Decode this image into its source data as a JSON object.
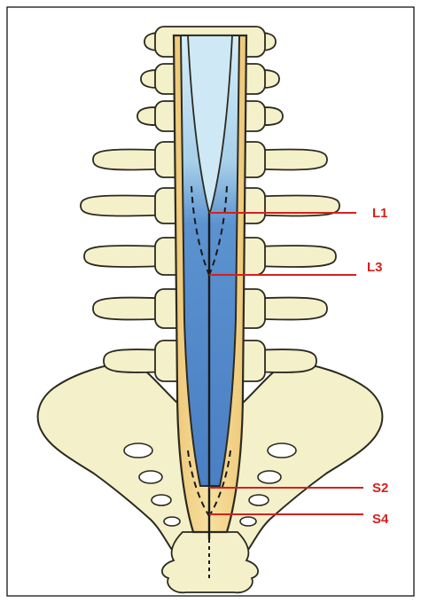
{
  "figure": {
    "colors": {
      "bone_fill": "#f4f0c9",
      "bone_stroke": "#2b2a20",
      "dura_fill": "#f3d98e",
      "csf_light": "#bfe0f0",
      "csf_dark": "#4f86c9",
      "pointer_line": "#d4201f",
      "label_text": "#d4201f",
      "frame": "#000000"
    },
    "labels": {
      "l1": "L1",
      "l3": "L3",
      "s2": "S2",
      "s4": "S4"
    }
  }
}
